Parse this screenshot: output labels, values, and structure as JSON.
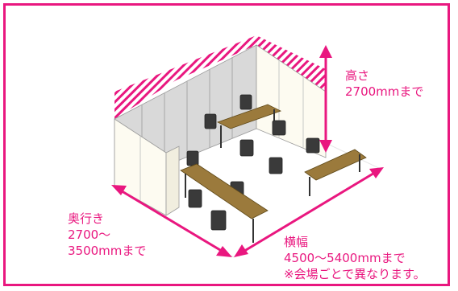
{
  "colors": {
    "accent": "#e9177f",
    "panel": "#fdfbf1",
    "wall": "#dcdcdc",
    "desk": "#9b7a3c"
  },
  "labels": {
    "height": {
      "title": "高さ",
      "value": "2700mmまで"
    },
    "depth": {
      "title": "奥行き",
      "value_line1": "2700〜",
      "value_line2": "3500mmまで"
    },
    "width": {
      "title": "横幅",
      "value": "4500〜5400mmまで",
      "note": "※会場ごとで異なります。"
    }
  }
}
